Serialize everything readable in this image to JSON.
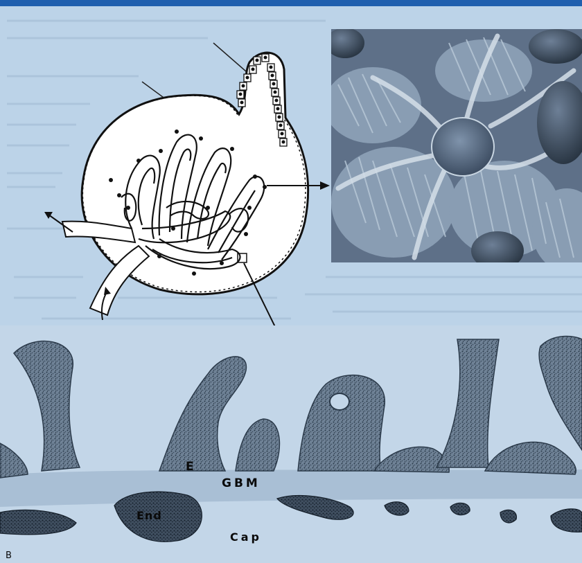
{
  "figure": {
    "panel_label": "B",
    "micrograph_labels": {
      "epithelium": "E",
      "glomerular_basement_membrane": "GBM",
      "endothelium": "End",
      "capillary": "Cap"
    },
    "icons": [
      "glomerulus-schematic",
      "sem-podocyte-micrograph",
      "tem-filtration-barrier-micrograph",
      "arrow-right-icon",
      "arrow-down-icon"
    ],
    "colors": {
      "background": "#bcd3e8",
      "top_band": "#1f5fae",
      "stain": "#2b3a4a"
    }
  }
}
